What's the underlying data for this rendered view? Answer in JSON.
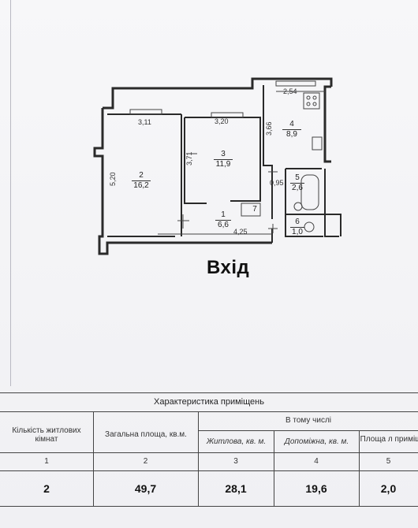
{
  "plan": {
    "entrance_label": "Вхід",
    "dimensions": {
      "d311": "3,11",
      "d320": "3,20",
      "d254": "2,54",
      "d366": "3,66",
      "d371": "3,71",
      "d520": "5,20",
      "d095": "0,95",
      "d425": "4,25"
    },
    "rooms": [
      {
        "number": "1",
        "area": "6,6"
      },
      {
        "number": "2",
        "area": "16,2"
      },
      {
        "number": "3",
        "area": "11,9"
      },
      {
        "number": "4",
        "area": "8,9"
      },
      {
        "number": "5",
        "area": "2,6"
      },
      {
        "number": "6",
        "area": "1,0"
      },
      {
        "number": "7",
        "area": ""
      }
    ]
  },
  "table": {
    "title": "Характеристика приміщень",
    "headers": {
      "rooms_count": "Кількість житлових кімнат",
      "total_area": "Загальна площа, кв.м.",
      "including": "В тому числі",
      "living": "Житлова, кв. м.",
      "auxiliary": "Допоміжна, кв. м.",
      "balcony": "Площа л приміщен"
    },
    "column_numbers": [
      "1",
      "2",
      "3",
      "4",
      "5"
    ],
    "row": {
      "rooms_count": "2",
      "total_area": "49,7",
      "living": "28,1",
      "auxiliary": "19,6",
      "balcony": "2,0"
    }
  }
}
